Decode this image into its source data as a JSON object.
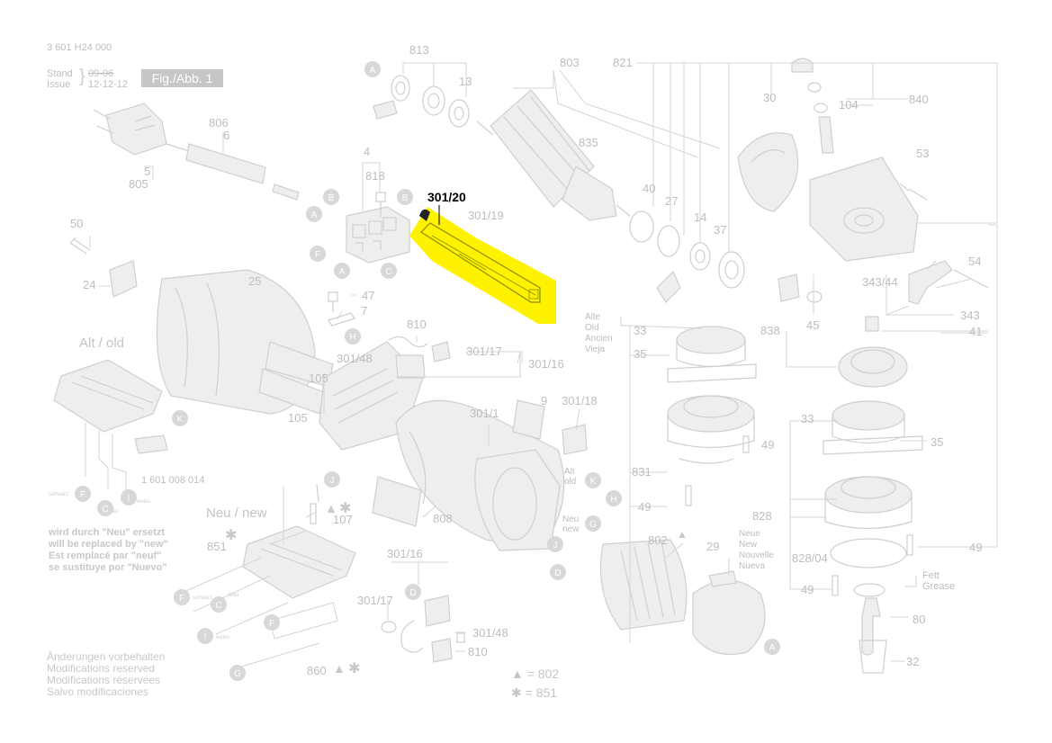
{
  "header": {
    "part_number": "3 601 H24 000",
    "stand_label": "Stand",
    "stand_value": "09-06",
    "issue_label": "Issue",
    "issue_value": "12-12-12",
    "figure": "Fig./Abb. 1"
  },
  "highlight": {
    "label": "301/20",
    "color": "#fff200"
  },
  "sections": {
    "alt_old": "Alt / old",
    "neu_new": "Neu / new",
    "alte_block": [
      "Alte",
      "Old",
      "Ancien",
      "Vieja"
    ],
    "neue_block": [
      "Neue",
      "New",
      "Nouvelle",
      "Nueva"
    ],
    "alt_old_small": [
      "Alt",
      "old"
    ],
    "neu_new_small": [
      "Neu",
      "new"
    ],
    "fett": [
      "Fett",
      "Grease"
    ],
    "part_1601": "1 601 008 014"
  },
  "replacement_note": [
    "wird durch \"Neu\" ersetzt",
    "will be replaced by \"new\"",
    "Est remplacé par \"neuf\"",
    "se sustituye por \"Nuevo\""
  ],
  "modifications_note": [
    "Änderungen vorbehalten",
    "Modifications reserved",
    "Modifications réservées",
    "Salvo modificaciones"
  ],
  "legend": {
    "triangle": "▲ = 802",
    "star": "✱ = 851"
  },
  "wire_colors": {
    "schwarz": "schwarz",
    "blau": "blau",
    "weiss": "weiss"
  },
  "callouts": {
    "p813": "813",
    "p13": "13",
    "p803": "803",
    "p821": "821",
    "p840": "840",
    "p30": "30",
    "p104": "104",
    "p806": "806",
    "p6": "6",
    "p5": "5",
    "p805": "805",
    "p835": "835",
    "p40": "40",
    "p27": "27",
    "p14": "14",
    "p37": "37",
    "p53": "53",
    "p4": "4",
    "p818": "818",
    "p301_19": "301/19",
    "p50": "50",
    "p24": "24",
    "p25": "25",
    "p47": "47",
    "p7": "7",
    "p810": "810",
    "p301_17": "301/17",
    "p301_16": "301/16",
    "p301_48": "301/48",
    "p105": "105",
    "p105b": "105",
    "p9": "9",
    "p301_18": "301/18",
    "p301_1": "301/1",
    "p808": "808",
    "p107": "107",
    "p851": "851",
    "p860": "860",
    "p301_16b": "301/16",
    "p301_17b": "301/17",
    "p301_48b": "301/48",
    "p810b": "810",
    "p802": "802",
    "p29": "29",
    "p33": "33",
    "p35": "35",
    "p49": "49",
    "p831": "831",
    "p49b": "49",
    "p838": "838",
    "p45": "45",
    "p343_44": "343/44",
    "p54": "54",
    "p343": "343",
    "p41": "41",
    "p33b": "33",
    "p35b": "35",
    "p828": "828",
    "p828_04": "828/04",
    "p49c": "49",
    "p49d": "49",
    "p80": "80",
    "p32": "32"
  },
  "letters": {
    "A": "A",
    "B": "B",
    "C": "C",
    "D": "D",
    "F": "F",
    "G": "G",
    "H": "H",
    "I": "I",
    "J": "J",
    "K": "K"
  }
}
